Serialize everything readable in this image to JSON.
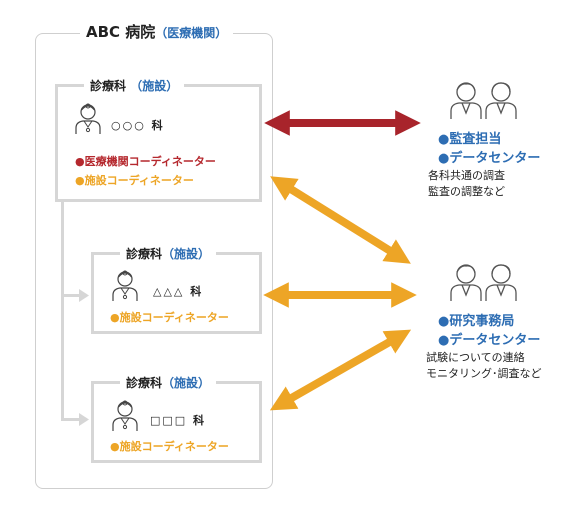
{
  "hospital": {
    "name": "ABC 病院",
    "type_label": "（医療機関）"
  },
  "dept_main": {
    "title": "診療科",
    "type_label": "（施設）",
    "name": "○○○ 科",
    "roles": [
      "●医療機関コーディネーター",
      "●施設コーディネーター"
    ]
  },
  "dept_two": {
    "title": "診療科",
    "type_label": "（施設）",
    "name": "△△△ 科",
    "roles": [
      "●施設コーディネーター"
    ]
  },
  "dept_three": {
    "title": "診療科",
    "type_label": "（施設）",
    "name": "□□□ 科",
    "roles": [
      "●施設コーディネーター"
    ]
  },
  "right_top": {
    "roles": [
      "●監査担当",
      "●データセンター"
    ],
    "notes": [
      "各科共通の調査",
      "監査の調整など"
    ]
  },
  "right_bottom": {
    "roles": [
      "●研究事務局",
      "●データセンター"
    ],
    "notes": [
      "試験についての連絡",
      "モニタリング･調査など"
    ]
  },
  "colors": {
    "red_arrow": "#a8242b",
    "orange_arrow": "#eda526",
    "blue": "#2d6db3",
    "gray_border": "#d6d6d6"
  },
  "icons": [
    "doctor-icon",
    "staff-pair-icon"
  ]
}
